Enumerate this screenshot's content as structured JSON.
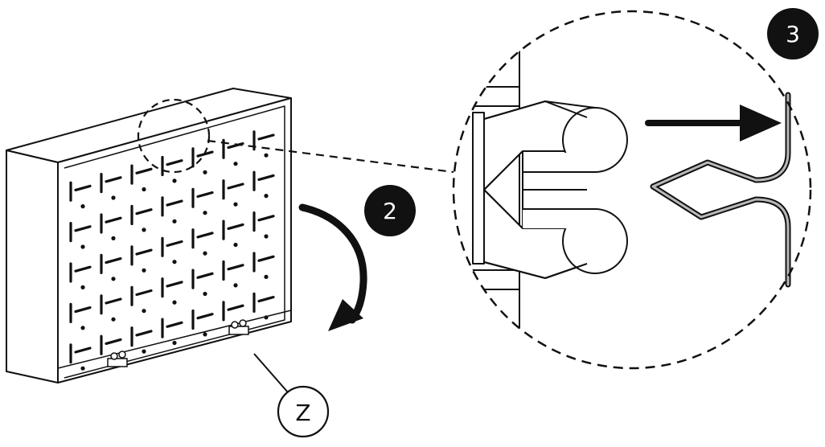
{
  "figure": {
    "step_badges": [
      {
        "label": "2"
      },
      {
        "label": "3"
      }
    ],
    "callout_label": "Z",
    "colors": {
      "line": "#111111",
      "badge_fill": "#111111",
      "badge_text": "#ffffff",
      "background": "#ffffff",
      "clip_fill": "#b9b9b9"
    }
  }
}
